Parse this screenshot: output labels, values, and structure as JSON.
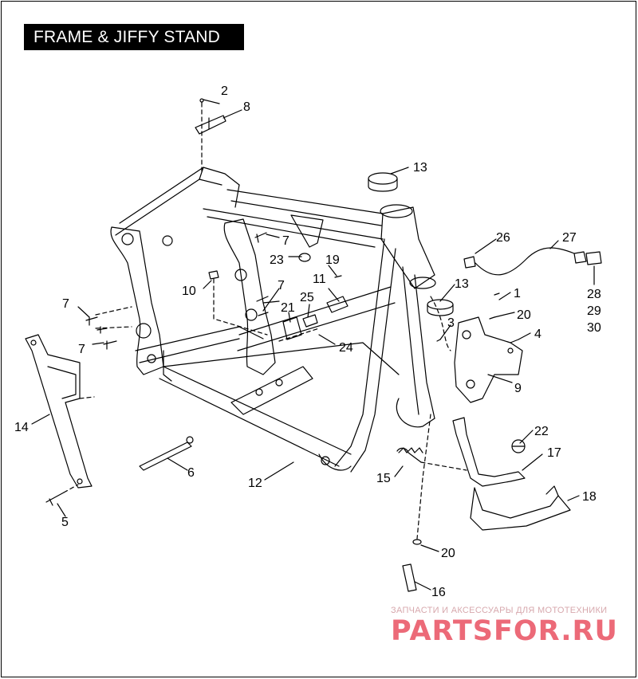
{
  "title": "FRAME & JIFFY STAND",
  "callouts": [
    "2",
    "8",
    "13",
    "7",
    "23",
    "19",
    "11",
    "26",
    "27",
    "28",
    "29",
    "30",
    "10",
    "7",
    "25",
    "21",
    "13",
    "1",
    "20",
    "7",
    "7",
    "3",
    "4",
    "24",
    "9",
    "14",
    "22",
    "17",
    "15",
    "6",
    "12",
    "18",
    "5",
    "20",
    "16"
  ],
  "watermark": {
    "tagline": "ЗАПЧАСТИ И АКСЕССУАРЫ ДЛЯ МОТОТЕХНИКИ",
    "brand": "PARTSFOR.RU"
  },
  "colors": {
    "line": "#000000",
    "title_bg": "#000000",
    "title_text": "#ffffff",
    "watermark_brand": "#ec6a78",
    "watermark_tagline": "#d7a8ad"
  }
}
